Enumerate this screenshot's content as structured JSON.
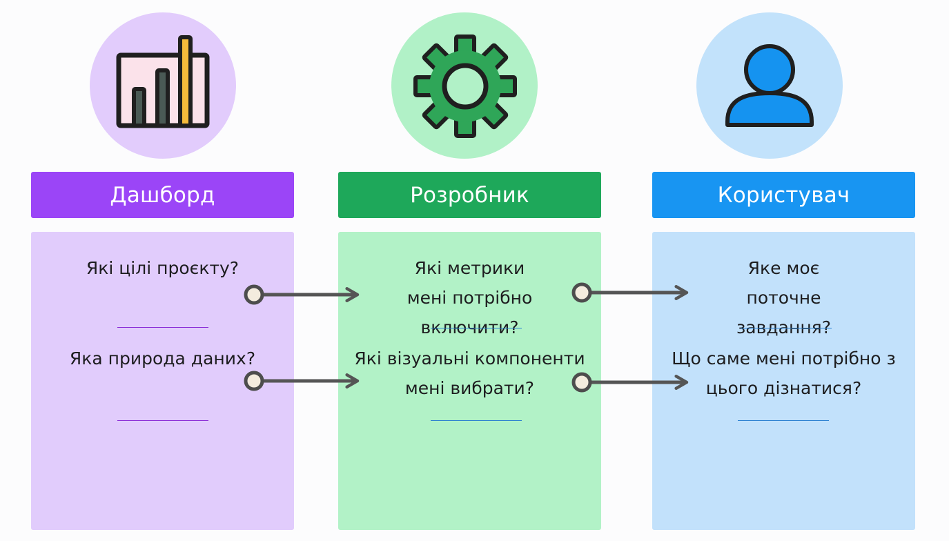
{
  "columns": [
    {
      "id": "dashboard",
      "title": "Дашборд",
      "icon": "bar-chart-icon",
      "header_color": "#9b45f7",
      "panel_color": "#e1ccfc",
      "circle_color": "#e2ccfc",
      "divider_color": "#8a2bd6",
      "questions": [
        "Які цілі проєкту?",
        "Яка природа даних?"
      ]
    },
    {
      "id": "developer",
      "title": "Розробник",
      "icon": "gear-icon",
      "header_color": "#1ea85a",
      "panel_color": "#b2f2c7",
      "circle_color": "#b1f1c7",
      "divider_color": "#2a7fd0",
      "questions": [
        "Які метрики мені потрібно включити?",
        "Які візуальні компоненти мені вибрати?"
      ]
    },
    {
      "id": "user",
      "title": "Користувач",
      "icon": "user-icon",
      "header_color": "#1895f2",
      "panel_color": "#c2e1fb",
      "circle_color": "#c2e2fb",
      "divider_color": "#2a7fd0",
      "questions": [
        "Яке моє поточне завдання?",
        "Що саме мені потрібно з цього дізнатися?"
      ]
    }
  ],
  "connector_color": "#555555"
}
